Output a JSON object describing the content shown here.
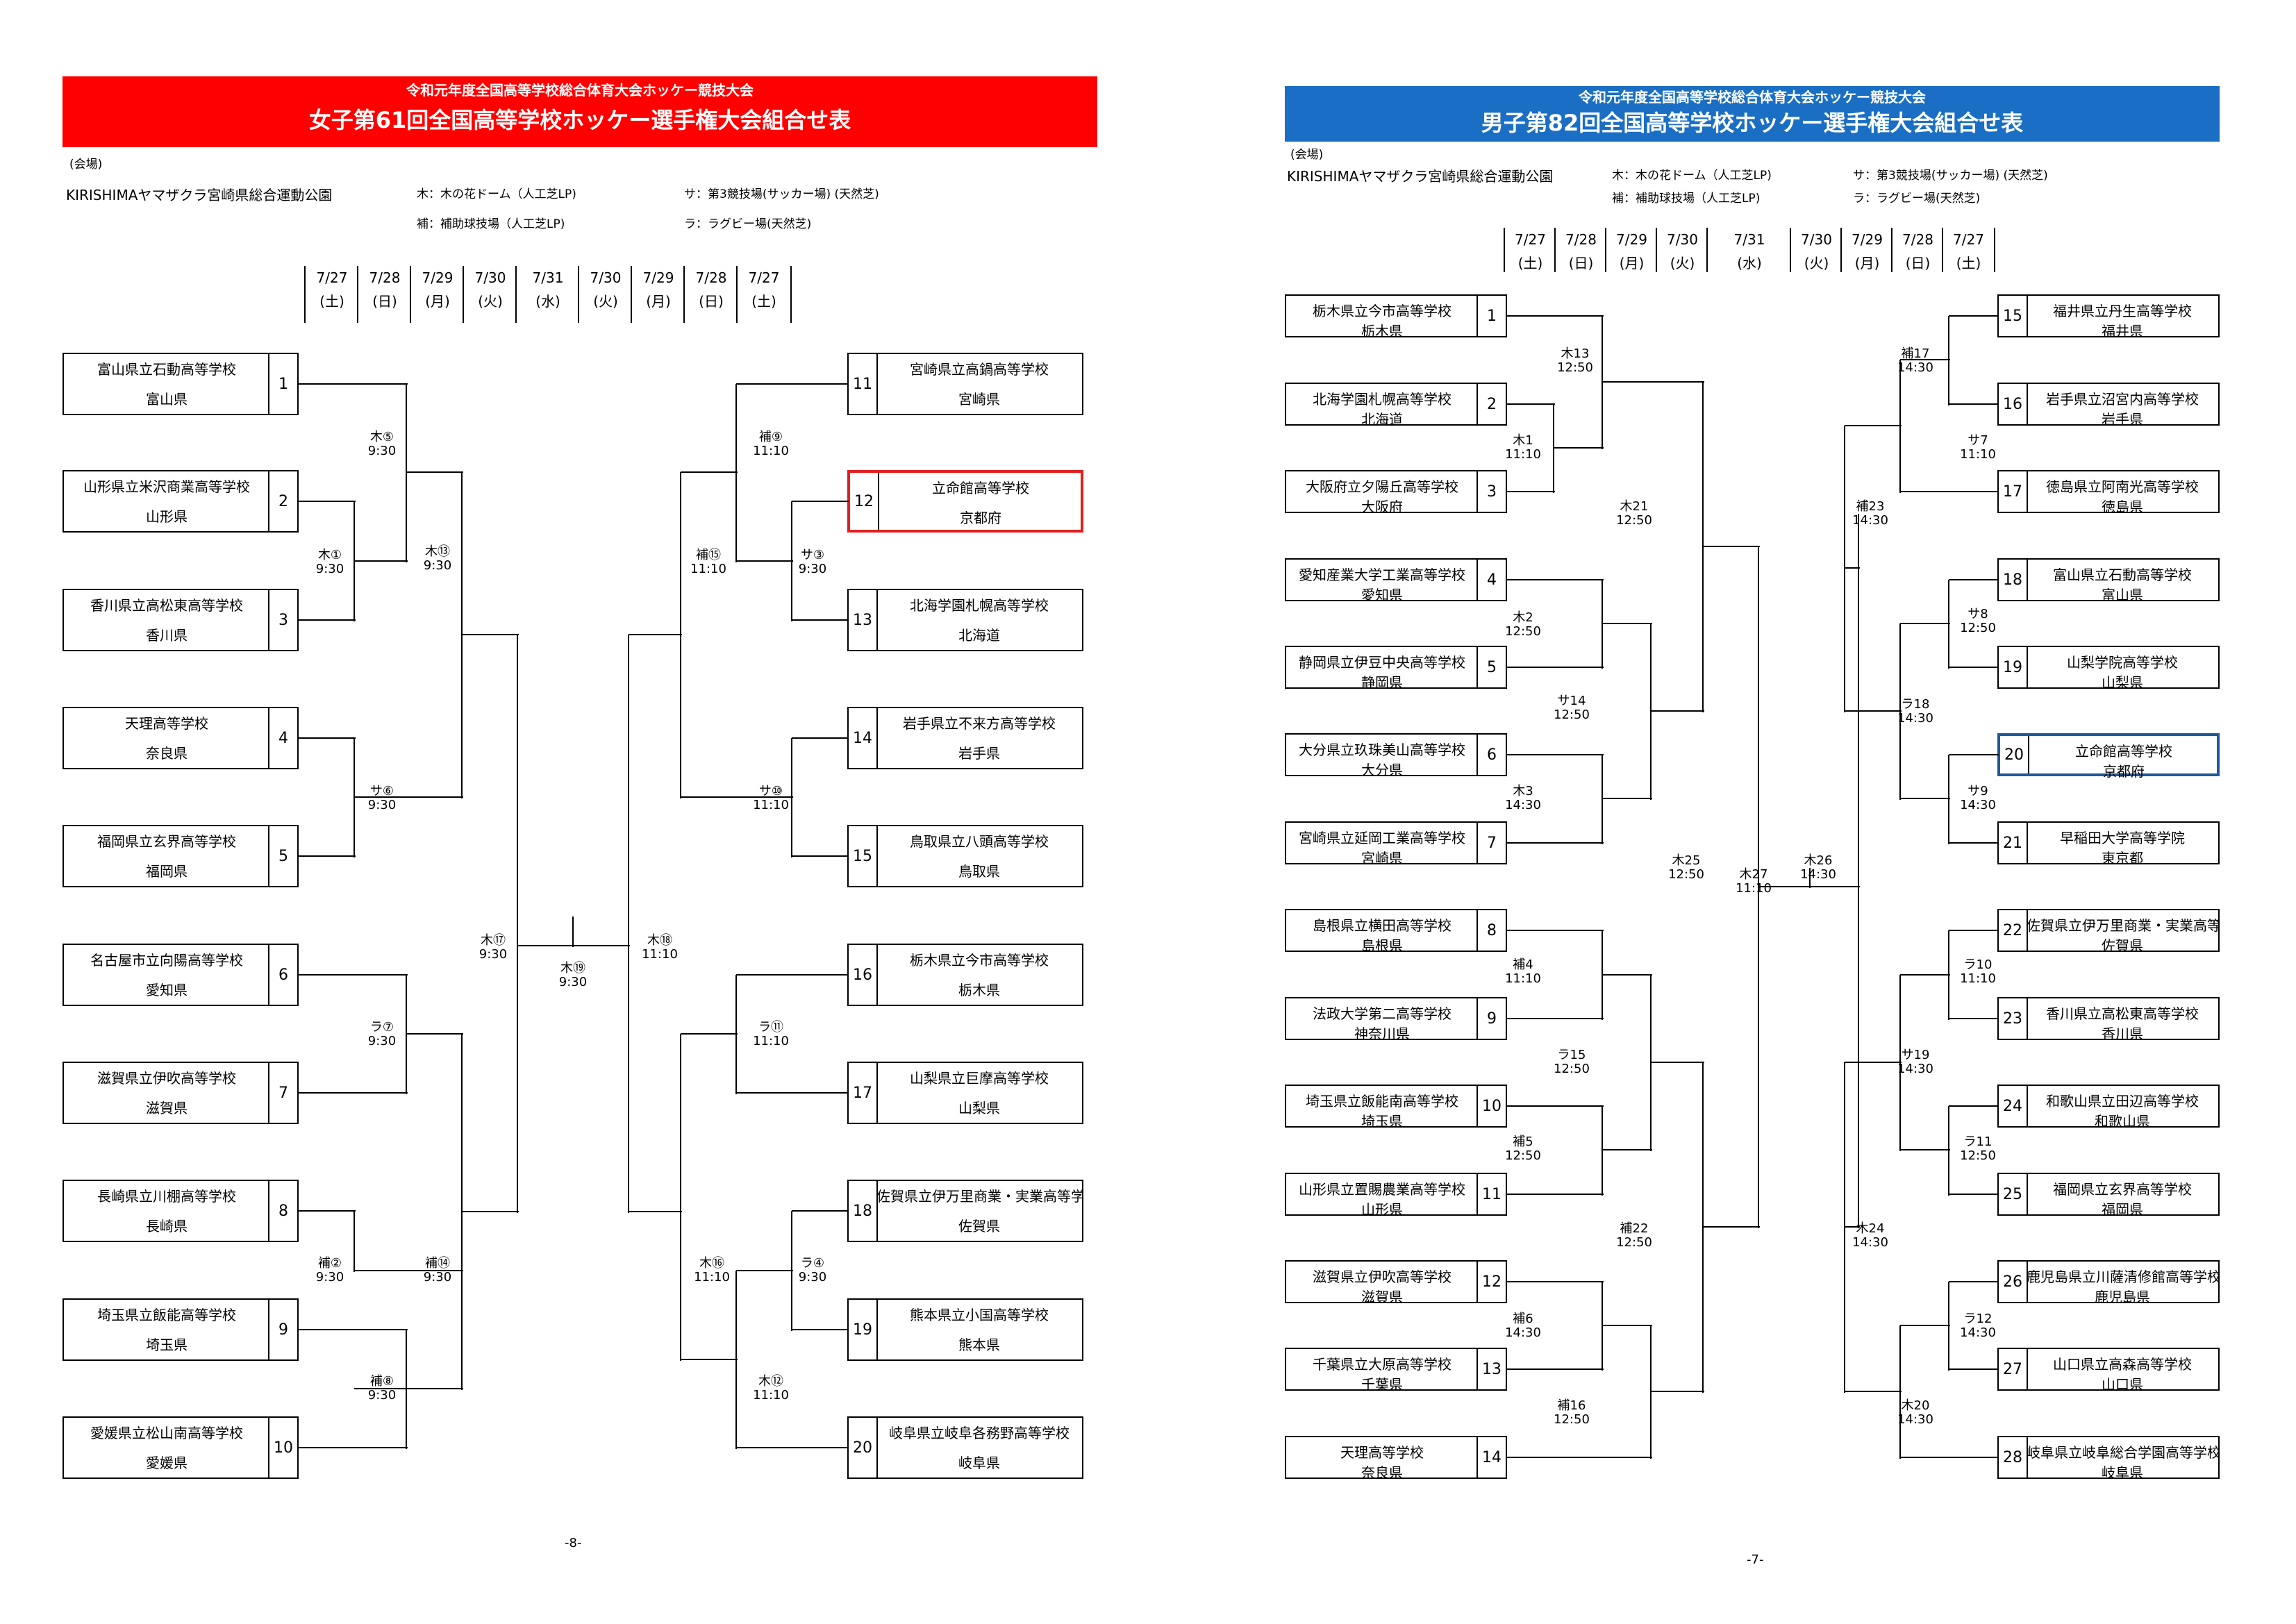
{
  "left": {
    "banner_color": "#ff0000",
    "banner_line1": "令和元年度全国高等学校総合体育大会ホッケー競技大会",
    "banner_line2": "女子第61回全国高等学校ホッケー選手権大会組合せ表",
    "venue_label": "(会場)",
    "venue_main": "KIRISHIMAヤマザクラ宮崎県総合運動公園",
    "venue_legend": [
      "木：木の花ドーム（人工芝LP)",
      "サ：第3競技場(サッカー場) (天然芝)",
      "補：補助球技場（人工芝LP)",
      "ラ：ラグビー場(天然芝)"
    ],
    "dates": [
      {
        "d": "7/27",
        "w": "(土)"
      },
      {
        "d": "7/28",
        "w": "(日)"
      },
      {
        "d": "7/29",
        "w": "(月)"
      },
      {
        "d": "7/30",
        "w": "(火)"
      },
      {
        "d": "7/31",
        "w": "(水)"
      },
      {
        "d": "7/30",
        "w": "(火)"
      },
      {
        "d": "7/29",
        "w": "(月)"
      },
      {
        "d": "7/28",
        "w": "(日)"
      },
      {
        "d": "7/27",
        "w": "(土)"
      }
    ],
    "teams": [
      {
        "seed": "1",
        "name": "富山県立石動高等学校",
        "pref": "富山県"
      },
      {
        "seed": "2",
        "name": "山形県立米沢商業高等学校",
        "pref": "山形県"
      },
      {
        "seed": "3",
        "name": "香川県立高松東高等学校",
        "pref": "香川県"
      },
      {
        "seed": "4",
        "name": "天理高等学校",
        "pref": "奈良県"
      },
      {
        "seed": "5",
        "name": "福岡県立玄界高等学校",
        "pref": "福岡県"
      },
      {
        "seed": "6",
        "name": "名古屋市立向陽高等学校",
        "pref": "愛知県"
      },
      {
        "seed": "7",
        "name": "滋賀県立伊吹高等学校",
        "pref": "滋賀県"
      },
      {
        "seed": "8",
        "name": "長崎県立川棚高等学校",
        "pref": "長崎県"
      },
      {
        "seed": "9",
        "name": "埼玉県立飯能高等学校",
        "pref": "埼玉県"
      },
      {
        "seed": "10",
        "name": "愛媛県立松山南高等学校",
        "pref": "愛媛県"
      },
      {
        "seed": "11",
        "name": "宮崎県立高鍋高等学校",
        "pref": "宮崎県"
      },
      {
        "seed": "12",
        "name": "立命館高等学校",
        "pref": "京都府"
      },
      {
        "seed": "13",
        "name": "北海学園札幌高等学校",
        "pref": "北海道"
      },
      {
        "seed": "14",
        "name": "岩手県立不来方高等学校",
        "pref": "岩手県"
      },
      {
        "seed": "15",
        "name": "鳥取県立八頭高等学校",
        "pref": "鳥取県"
      },
      {
        "seed": "16",
        "name": "栃木県立今市高等学校",
        "pref": "栃木県"
      },
      {
        "seed": "17",
        "name": "山梨県立巨摩高等学校",
        "pref": "山梨県"
      },
      {
        "seed": "18",
        "name": "佐賀県立伊万里商業・実業高等学校",
        "pref": "佐賀県"
      },
      {
        "seed": "19",
        "name": "熊本県立小国高等学校",
        "pref": "熊本県"
      },
      {
        "seed": "20",
        "name": "岐阜県立岐阜各務野高等学校",
        "pref": "岐阜県"
      }
    ],
    "matches": [
      {
        "c": "木⑤",
        "t": "9:30"
      },
      {
        "c": "木①",
        "t": "9:30"
      },
      {
        "c": "木⑬",
        "t": "9:30"
      },
      {
        "c": "サ⑥",
        "t": "9:30"
      },
      {
        "c": "ラ⑦",
        "t": "9:30"
      },
      {
        "c": "補②",
        "t": "9:30"
      },
      {
        "c": "補⑭",
        "t": "9:30"
      },
      {
        "c": "補⑧",
        "t": "9:30"
      },
      {
        "c": "木⑰",
        "t": "9:30"
      },
      {
        "c": "木⑲",
        "t": "9:30"
      },
      {
        "c": "木⑱",
        "t": "11:10"
      },
      {
        "c": "補⑨",
        "t": "11:10"
      },
      {
        "c": "サ③",
        "t": "9:30"
      },
      {
        "c": "補⑮",
        "t": "11:10"
      },
      {
        "c": "サ⑩",
        "t": "11:10"
      },
      {
        "c": "ラ⑪",
        "t": "11:10"
      },
      {
        "c": "ラ④",
        "t": "9:30"
      },
      {
        "c": "木⑯",
        "t": "11:10"
      },
      {
        "c": "木⑫",
        "t": "11:10"
      }
    ],
    "page_number": "-8-"
  },
  "right": {
    "banner_color": "#1a6fc4",
    "banner_line1": "令和元年度全国高等学校総合体育大会ホッケー競技大会",
    "banner_line2": "男子第82回全国高等学校ホッケー選手権大会組合せ表",
    "venue_label": "(会場)",
    "venue_main": "KIRISHIMAヤマザクラ宮崎県総合運動公園",
    "venue_legend": [
      "木：木の花ドーム（人工芝LP)",
      "サ：第3競技場(サッカー場) (天然芝)",
      "補：補助球技場（人工芝LP)",
      "ラ：ラグビー場(天然芝)"
    ],
    "dates": [
      {
        "d": "7/27",
        "w": "(土)"
      },
      {
        "d": "7/28",
        "w": "(日)"
      },
      {
        "d": "7/29",
        "w": "(月)"
      },
      {
        "d": "7/30",
        "w": "(火)"
      },
      {
        "d": "7/31",
        "w": "(水)"
      },
      {
        "d": "7/30",
        "w": "(火)"
      },
      {
        "d": "7/29",
        "w": "(月)"
      },
      {
        "d": "7/28",
        "w": "(日)"
      },
      {
        "d": "7/27",
        "w": "(土)"
      }
    ],
    "teams": [
      {
        "seed": "1",
        "name": "栃木県立今市高等学校",
        "pref": "栃木県"
      },
      {
        "seed": "2",
        "name": "北海学園札幌高等学校",
        "pref": "北海道"
      },
      {
        "seed": "3",
        "name": "大阪府立夕陽丘高等学校",
        "pref": "大阪府"
      },
      {
        "seed": "4",
        "name": "愛知産業大学工業高等学校",
        "pref": "愛知県"
      },
      {
        "seed": "5",
        "name": "静岡県立伊豆中央高等学校",
        "pref": "静岡県"
      },
      {
        "seed": "6",
        "name": "大分県立玖珠美山高等学校",
        "pref": "大分県"
      },
      {
        "seed": "7",
        "name": "宮崎県立延岡工業高等学校",
        "pref": "宮崎県"
      },
      {
        "seed": "8",
        "name": "島根県立横田高等学校",
        "pref": "島根県"
      },
      {
        "seed": "9",
        "name": "法政大学第二高等学校",
        "pref": "神奈川県"
      },
      {
        "seed": "10",
        "name": "埼玉県立飯能南高等学校",
        "pref": "埼玉県"
      },
      {
        "seed": "11",
        "name": "山形県立置賜農業高等学校",
        "pref": "山形県"
      },
      {
        "seed": "12",
        "name": "滋賀県立伊吹高等学校",
        "pref": "滋賀県"
      },
      {
        "seed": "13",
        "name": "千葉県立大原高等学校",
        "pref": "千葉県"
      },
      {
        "seed": "14",
        "name": "天理高等学校",
        "pref": "奈良県"
      },
      {
        "seed": "15",
        "name": "福井県立丹生高等学校",
        "pref": "福井県"
      },
      {
        "seed": "16",
        "name": "岩手県立沼宮内高等学校",
        "pref": "岩手県"
      },
      {
        "seed": "17",
        "name": "徳島県立阿南光高等学校",
        "pref": "徳島県"
      },
      {
        "seed": "18",
        "name": "富山県立石動高等学校",
        "pref": "富山県"
      },
      {
        "seed": "19",
        "name": "山梨学院高等学校",
        "pref": "山梨県"
      },
      {
        "seed": "20",
        "name": "立命館高等学校",
        "pref": "京都府"
      },
      {
        "seed": "21",
        "name": "早稲田大学高等学院",
        "pref": "東京都"
      },
      {
        "seed": "22",
        "name": "佐賀県立伊万里商業・実業高等学校",
        "pref": "佐賀県"
      },
      {
        "seed": "23",
        "name": "香川県立高松東高等学校",
        "pref": "香川県"
      },
      {
        "seed": "24",
        "name": "和歌山県立田辺高等学校",
        "pref": "和歌山県"
      },
      {
        "seed": "25",
        "name": "福岡県立玄界高等学校",
        "pref": "福岡県"
      },
      {
        "seed": "26",
        "name": "鹿児島県立川薩清修館高等学校",
        "pref": "鹿児島県"
      },
      {
        "seed": "27",
        "name": "山口県立高森高等学校",
        "pref": "山口県"
      },
      {
        "seed": "28",
        "name": "岐阜県立岐阜総合学園高等学校",
        "pref": "岐阜県"
      }
    ],
    "matches": [
      {
        "c": "木13",
        "t": "12:50"
      },
      {
        "c": "木1",
        "t": "11:10"
      },
      {
        "c": "木2",
        "t": "12:50"
      },
      {
        "c": "木3",
        "t": "14:30"
      },
      {
        "c": "サ14",
        "t": "12:50"
      },
      {
        "c": "木21",
        "t": "12:50"
      },
      {
        "c": "補4",
        "t": "11:10"
      },
      {
        "c": "補5",
        "t": "12:50"
      },
      {
        "c": "ラ15",
        "t": "12:50"
      },
      {
        "c": "補6",
        "t": "14:30"
      },
      {
        "c": "補16",
        "t": "12:50"
      },
      {
        "c": "補22",
        "t": "12:50"
      },
      {
        "c": "木25",
        "t": "12:50"
      },
      {
        "c": "木27",
        "t": "11:10"
      },
      {
        "c": "木26",
        "t": "14:30"
      },
      {
        "c": "補17",
        "t": "14:30"
      },
      {
        "c": "サ7",
        "t": "11:10"
      },
      {
        "c": "補23",
        "t": "14:30"
      },
      {
        "c": "サ8",
        "t": "12:50"
      },
      {
        "c": "サ9",
        "t": "14:30"
      },
      {
        "c": "ラ18",
        "t": "14:30"
      },
      {
        "c": "ラ10",
        "t": "11:10"
      },
      {
        "c": "ラ11",
        "t": "12:50"
      },
      {
        "c": "サ19",
        "t": "14:30"
      },
      {
        "c": "ラ12",
        "t": "14:30"
      },
      {
        "c": "木20",
        "t": "14:30"
      },
      {
        "c": "木24",
        "t": "14:30"
      }
    ],
    "page_number": "-7-"
  }
}
